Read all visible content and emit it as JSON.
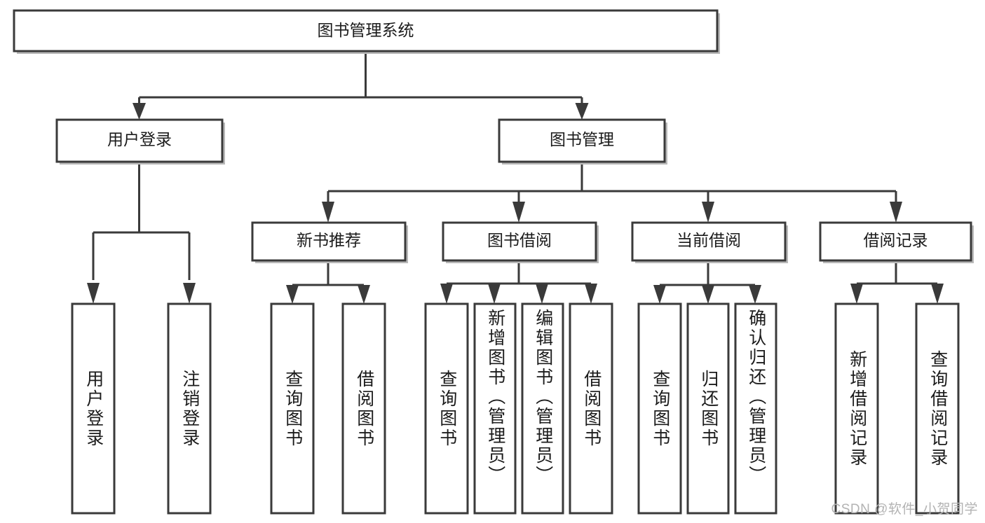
{
  "diagram": {
    "title": "图书管理系统",
    "type": "hierarchy-tree",
    "orientation": "top-down",
    "colors": {
      "stroke": "#3a3a3a",
      "fill": "#ffffff",
      "text": "#1b1b1b",
      "shadow": "#b9b9b9",
      "watermark": "#b3b3b3"
    },
    "root": {
      "id": "root",
      "label": "图书管理系统"
    },
    "level2": [
      {
        "id": "user-login",
        "label": "用户登录"
      },
      {
        "id": "book-manage",
        "label": "图书管理"
      }
    ],
    "level3": [
      {
        "id": "new-book-rec",
        "label": "新书推荐",
        "parent": "book-manage"
      },
      {
        "id": "book-borrow",
        "label": "图书借阅",
        "parent": "book-manage"
      },
      {
        "id": "current-borrow",
        "label": "当前借阅",
        "parent": "book-manage"
      },
      {
        "id": "borrow-record",
        "label": "借阅记录",
        "parent": "book-manage"
      }
    ],
    "leaves": [
      {
        "id": "leaf-user-login",
        "label": "用户登录",
        "parent": "user-login"
      },
      {
        "id": "leaf-logout-login",
        "label": "注销登录",
        "parent": "user-login"
      },
      {
        "id": "leaf-query-book-1",
        "label": "查询图书",
        "parent": "new-book-rec"
      },
      {
        "id": "leaf-borrow-book-1",
        "label": "借阅图书",
        "parent": "new-book-rec"
      },
      {
        "id": "leaf-query-book-2",
        "label": "查询图书",
        "parent": "book-borrow"
      },
      {
        "id": "leaf-add-book",
        "label": "新增图书（管理员）",
        "parent": "book-borrow"
      },
      {
        "id": "leaf-edit-book",
        "label": "编辑图书（管理员）",
        "parent": "book-borrow"
      },
      {
        "id": "leaf-borrow-book-2",
        "label": "借阅图书",
        "parent": "book-borrow"
      },
      {
        "id": "leaf-query-book-3",
        "label": "查询图书",
        "parent": "current-borrow"
      },
      {
        "id": "leaf-return-book",
        "label": "归还图书",
        "parent": "current-borrow"
      },
      {
        "id": "leaf-confirm-return",
        "label": "确认归还（管理员）",
        "parent": "current-borrow"
      },
      {
        "id": "leaf-add-record",
        "label": "新增借阅记录",
        "parent": "borrow-record"
      },
      {
        "id": "leaf-query-record",
        "label": "查询借阅记录",
        "parent": "borrow-record"
      }
    ],
    "watermark": "CSDN @软件_小贺同学"
  }
}
